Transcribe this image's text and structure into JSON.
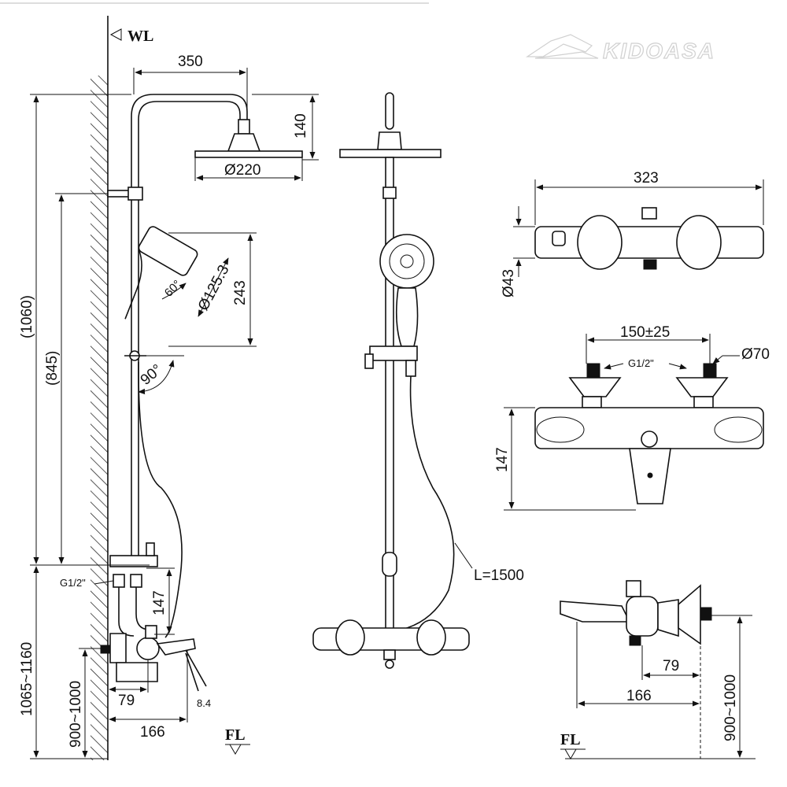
{
  "brand": {
    "name": "KIDOASA"
  },
  "levels": {
    "wall": "WL",
    "floor": "FL",
    "floor_right": "FL"
  },
  "side_view": {
    "arm_length": "350",
    "head_height": "140",
    "head_diameter": "Ø220",
    "overall_height": "(1060)",
    "rail_height": "(845)",
    "mount_height": "1065~1160",
    "mixer_height": "900~1000",
    "handshower_diameter": "Ø125.3",
    "handshower_angle": "60°",
    "handshower_length": "243",
    "swivel_angle": "90°",
    "inlet_thread": "G1/2\"",
    "inlet_drop": "147",
    "spout_offset": "79",
    "spout_length": "166",
    "spout_small": "8.4"
  },
  "front_view": {
    "hose_length": "L=1500"
  },
  "mixer_top": {
    "width": "323",
    "body_diameter": "Ø43"
  },
  "mixer_back": {
    "inlet_spacing": "150±25",
    "thread": "G1/2\"",
    "flange_diameter": "Ø70",
    "height": "147"
  },
  "mixer_side": {
    "offset": "79",
    "length": "166",
    "height": "900~1000"
  }
}
